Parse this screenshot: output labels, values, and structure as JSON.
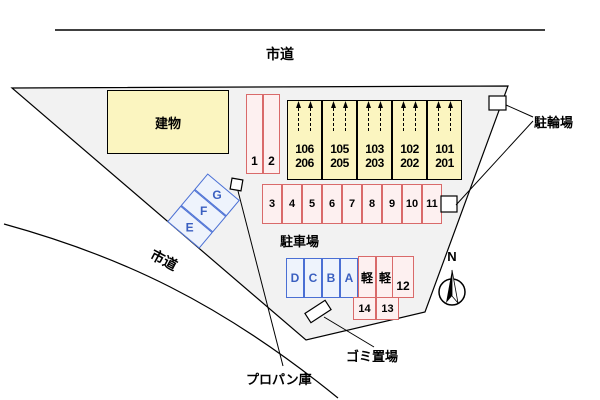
{
  "roads": {
    "top": "市道",
    "left": "市道"
  },
  "building": {
    "label": "建物"
  },
  "units": [
    {
      "upper": "106",
      "lower": "206"
    },
    {
      "upper": "105",
      "lower": "205"
    },
    {
      "upper": "103",
      "lower": "203"
    },
    {
      "upper": "102",
      "lower": "202"
    },
    {
      "upper": "101",
      "lower": "201"
    }
  ],
  "spaces": {
    "pair": [
      "1",
      "2"
    ],
    "row": [
      "3",
      "4",
      "5",
      "6",
      "7",
      "8",
      "9",
      "10",
      "11"
    ],
    "efg": [
      "E",
      "F",
      "G"
    ],
    "dcba": [
      "D",
      "C",
      "B",
      "A"
    ],
    "kei": [
      "軽",
      "軽"
    ],
    "s12": "12",
    "s14": "14",
    "s13": "13"
  },
  "labels": {
    "parking": "駐車場",
    "bicycle": "駐輪場",
    "garbage": "ゴミ置場",
    "propane": "プロパン庫",
    "north": "N"
  },
  "colors": {
    "site_fill": "#f2f2f2",
    "yellow": "#fbf5c0",
    "pink_border": "#d96a6a",
    "pink_fill": "#fdf0f0",
    "blue_border": "#4a6fd4",
    "blue_fill": "#eef3fc"
  }
}
